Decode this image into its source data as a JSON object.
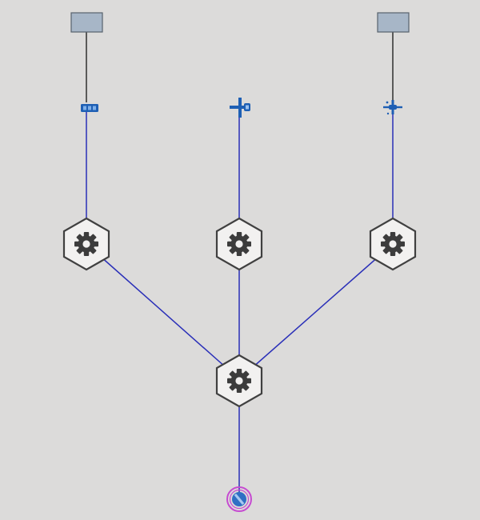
{
  "diagram": {
    "colors": {
      "background": "#dcdbda",
      "link_primary": "#2a2fb8",
      "link_secondary": "#2e2e2e",
      "node_fill": "#f2f1f0",
      "node_stroke": "#404040",
      "box_fill": "#a7b6c7",
      "asset_icon": "#1e5fb4",
      "target_ring": "#c64bd1"
    },
    "nodes": [
      {
        "id": "box-left",
        "kind": "box"
      },
      {
        "id": "box-right",
        "kind": "box"
      },
      {
        "id": "asset-left",
        "kind": "asset",
        "icon": "vehicle-icon"
      },
      {
        "id": "asset-center",
        "kind": "asset",
        "icon": "aircraft-icon"
      },
      {
        "id": "asset-right",
        "kind": "asset",
        "icon": "drone-icon"
      },
      {
        "id": "process-left",
        "kind": "process",
        "icon": "gear-icon"
      },
      {
        "id": "process-center",
        "kind": "process",
        "icon": "gear-icon"
      },
      {
        "id": "process-right",
        "kind": "process",
        "icon": "gear-icon"
      },
      {
        "id": "process-merge",
        "kind": "process",
        "icon": "gear-icon"
      },
      {
        "id": "target",
        "kind": "target",
        "icon": "target-icon"
      }
    ],
    "links": [
      {
        "from": "box-left",
        "to": "asset-left",
        "style": "secondary"
      },
      {
        "from": "box-right",
        "to": "asset-right",
        "style": "secondary"
      },
      {
        "from": "asset-left",
        "to": "process-left",
        "style": "primary"
      },
      {
        "from": "asset-center",
        "to": "process-center",
        "style": "primary"
      },
      {
        "from": "asset-right",
        "to": "process-right",
        "style": "primary"
      },
      {
        "from": "process-left",
        "to": "process-merge",
        "style": "primary"
      },
      {
        "from": "process-center",
        "to": "process-merge",
        "style": "primary"
      },
      {
        "from": "process-right",
        "to": "process-merge",
        "style": "primary"
      },
      {
        "from": "process-merge",
        "to": "target",
        "style": "primary"
      }
    ]
  }
}
